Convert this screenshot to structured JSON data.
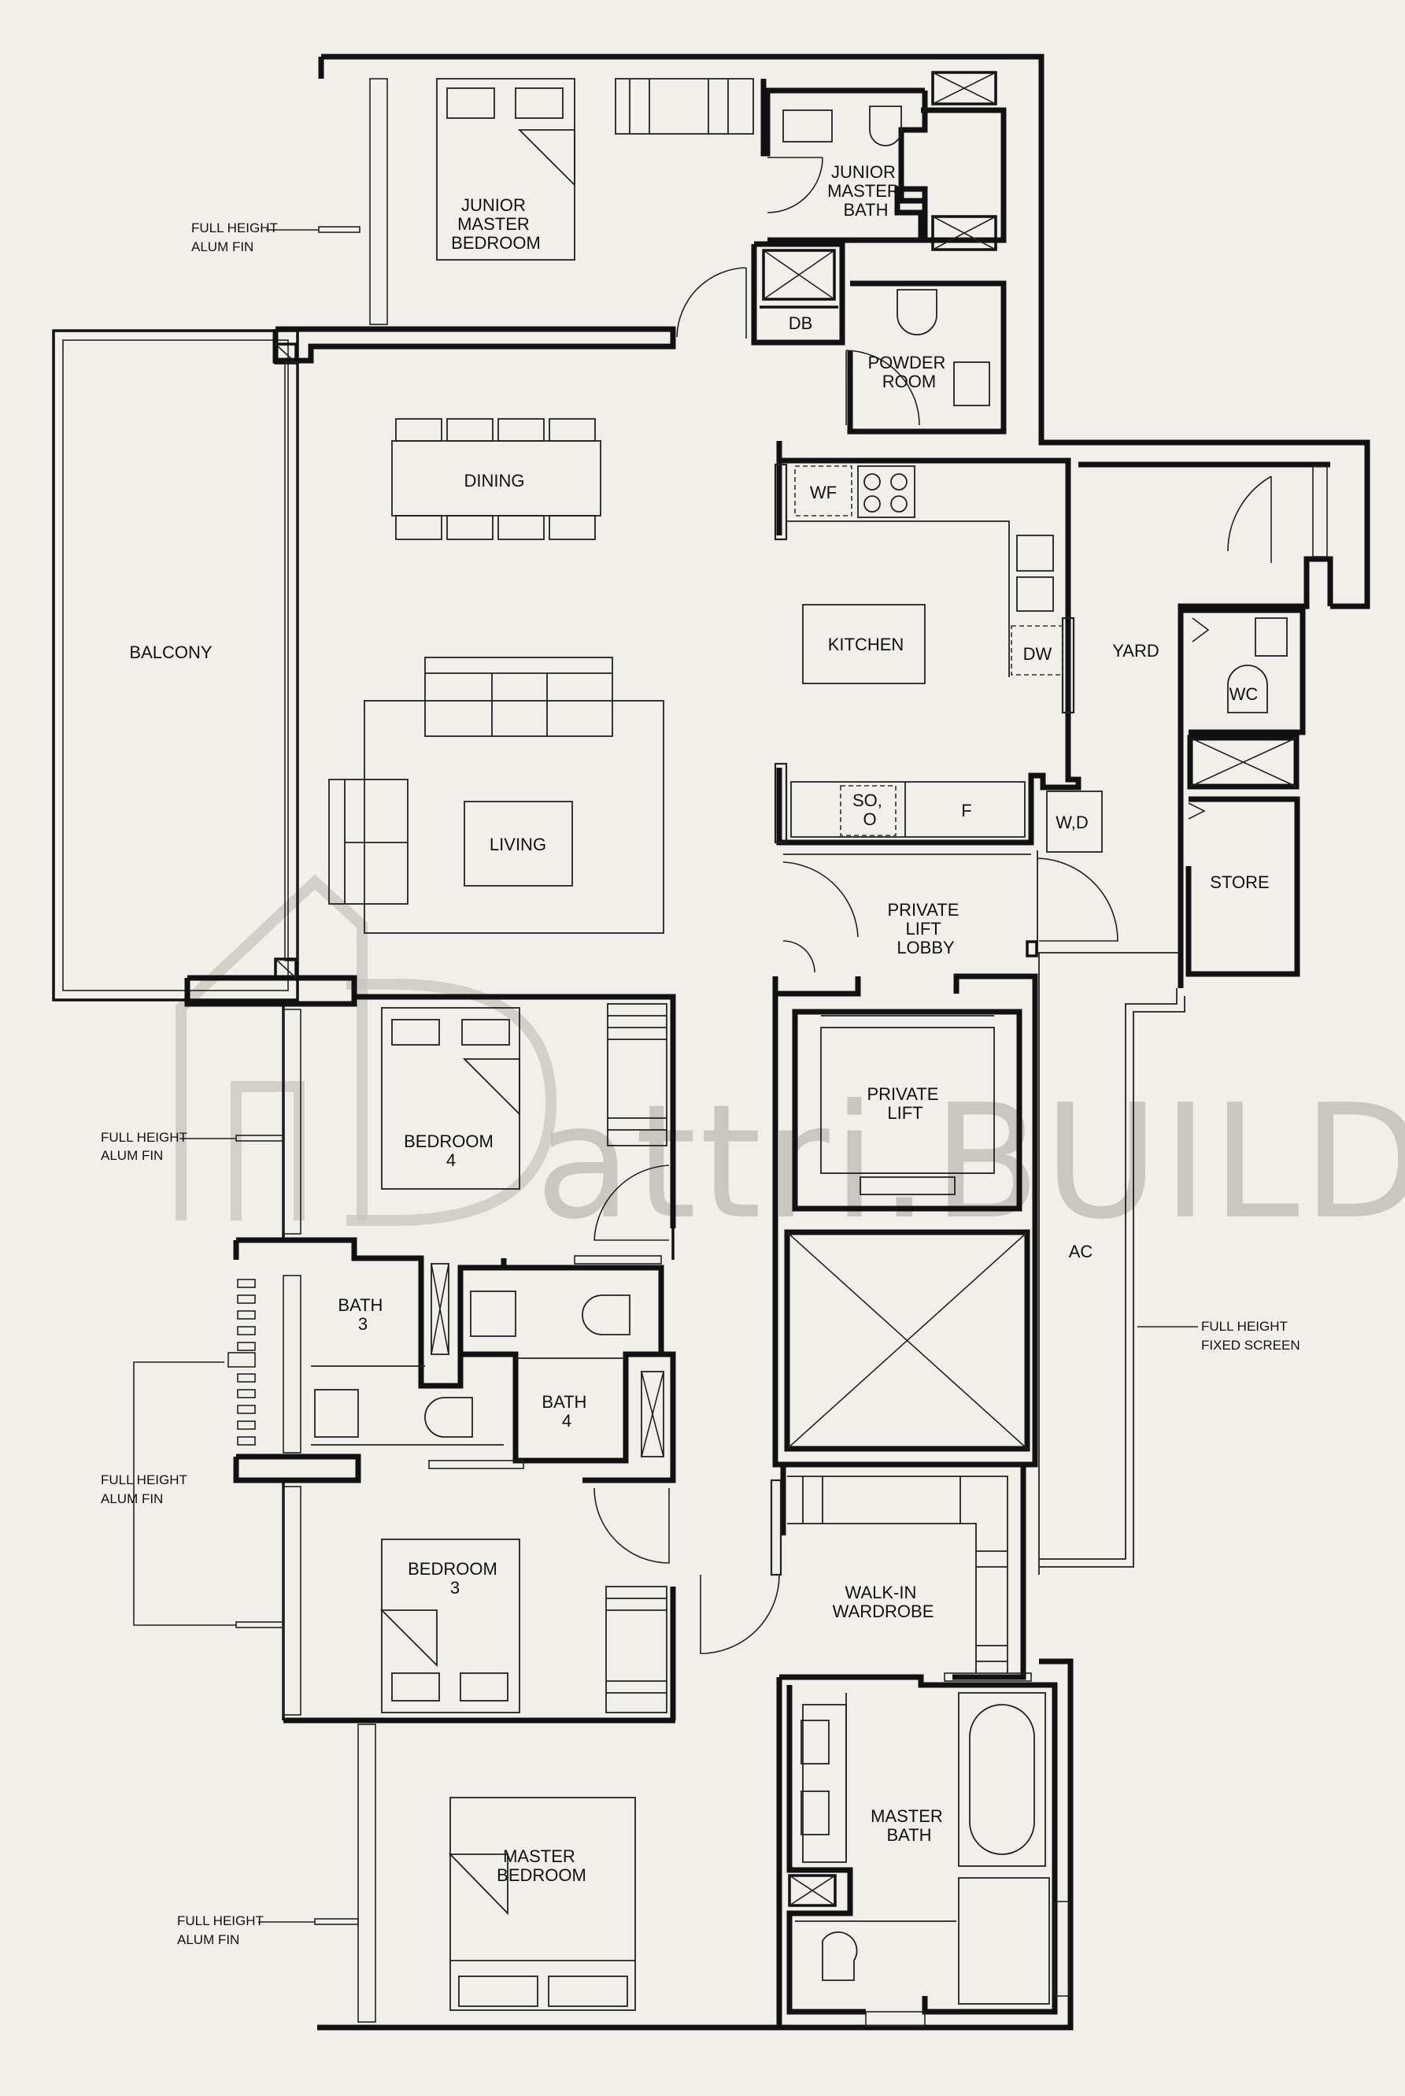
{
  "rooms": {
    "junior_master_bedroom": [
      "JUNIOR",
      "MASTER",
      "BEDROOM"
    ],
    "junior_master_bath": [
      "JUNIOR",
      "MASTER",
      "BATH"
    ],
    "db": "DB",
    "powder_room": [
      "POWDER",
      "ROOM"
    ],
    "dining": "DINING",
    "wf": "WF",
    "kitchen": "KITCHEN",
    "dw": "DW",
    "yard": "YARD",
    "wc": "WC",
    "balcony": "BALCONY",
    "living": "LIVING",
    "so_o": [
      "SO,",
      "O"
    ],
    "f": "F",
    "wd": "W,D",
    "store": "STORE",
    "private_lift_lobby": [
      "PRIVATE",
      "LIFT",
      "LOBBY"
    ],
    "private_lift": [
      "PRIVATE",
      "LIFT"
    ],
    "bedroom_4": [
      "BEDROOM",
      "4"
    ],
    "ac": "AC",
    "bath_3": [
      "BATH",
      "3"
    ],
    "bath_4": [
      "BATH",
      "4"
    ],
    "bedroom_3": [
      "BEDROOM",
      "3"
    ],
    "walk_in_wardrobe": [
      "WALK-IN",
      "WARDROBE"
    ],
    "master_bath": [
      "MASTER",
      "BATH"
    ],
    "master_bedroom": [
      "MASTER",
      "BEDROOM"
    ]
  },
  "notes": {
    "fin_1": [
      "FULL HEIGHT",
      "ALUM FIN"
    ],
    "fin_2": [
      "FULL HEIGHT",
      "ALUM FIN"
    ],
    "fin_3": [
      "FULL HEIGHT",
      "ALUM FIN"
    ],
    "fin_4": [
      "FULL HEIGHT",
      "ALUM FIN"
    ],
    "fixed_screen": [
      "FULL HEIGHT",
      "FIXED SCREEN"
    ]
  },
  "watermark": "attri.BUILD",
  "colors": {
    "background": "#f1efea",
    "wall": "#111111",
    "watermark": "#bdbab4"
  }
}
